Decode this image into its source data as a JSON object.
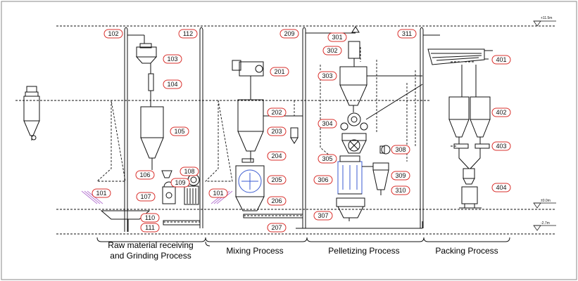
{
  "levels": [
    {
      "id": "top",
      "label": "+11.5m"
    },
    {
      "id": "ground",
      "label": "±0.0m"
    },
    {
      "id": "pit",
      "label": "-2.7m"
    }
  ],
  "labels": [
    "101",
    "101",
    "102",
    "103",
    "104",
    "105",
    "106",
    "107",
    "108",
    "109",
    "110",
    "111",
    "112",
    "201",
    "202",
    "203",
    "204",
    "205",
    "206",
    "207",
    "209",
    "301",
    "302",
    "303",
    "304",
    "305",
    "306",
    "307",
    "308",
    "309",
    "310",
    "311",
    "401",
    "402",
    "403",
    "404"
  ],
  "sections": [
    {
      "id": "raw",
      "lines": [
        "Raw material receiving",
        "and Grinding Process"
      ]
    },
    {
      "id": "mixing",
      "lines": [
        "Mixing Process"
      ]
    },
    {
      "id": "pelletizing",
      "lines": [
        "Pelletizing Process"
      ]
    },
    {
      "id": "packing",
      "lines": [
        "Packing Process"
      ]
    }
  ]
}
